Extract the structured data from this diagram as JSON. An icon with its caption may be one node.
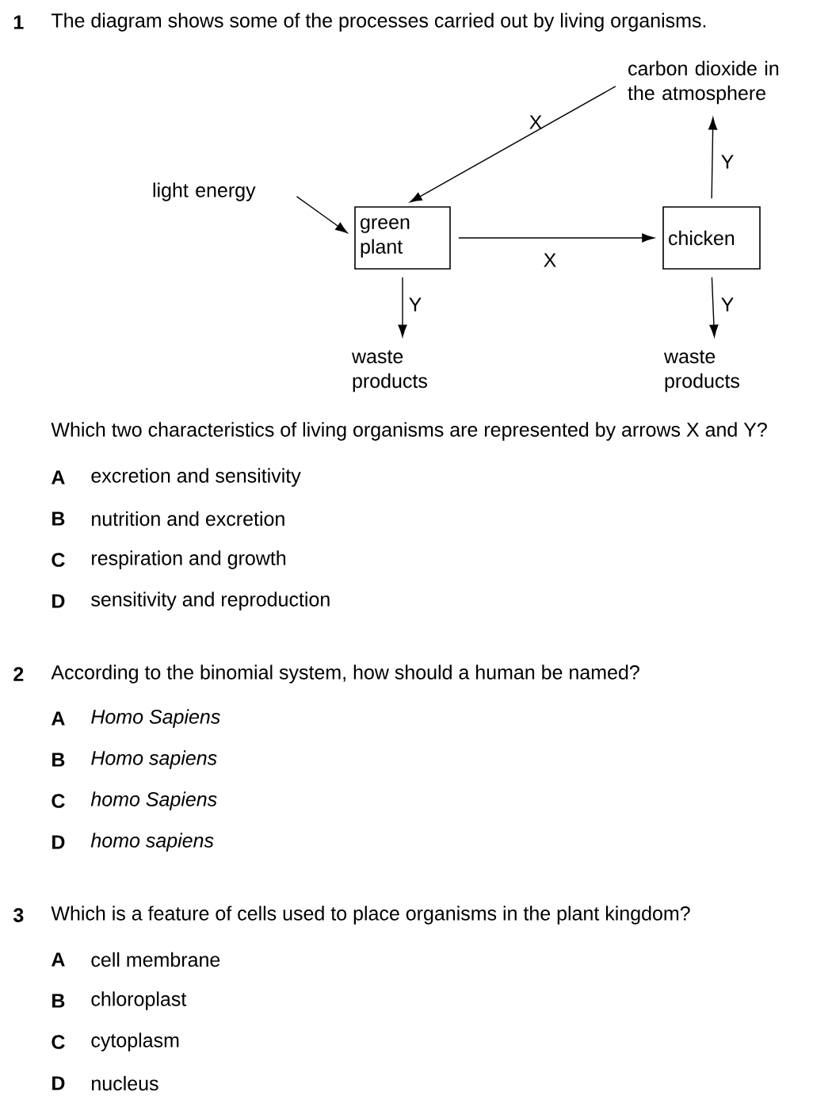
{
  "diagram": {
    "nodes": [
      {
        "text": [
          "light energy"
        ]
      },
      {
        "text": [
          "carbon dioxide in the atmosphere"
        ]
      },
      {
        "text": [
          "green plant"
        ]
      },
      {
        "text": [
          "chicken"
        ]
      },
      {
        "text": [
          "waste products"
        ]
      },
      {
        "text": [
          "waste products"
        ]
      }
    ],
    "edges": [
      {
        "from": 0,
        "to": 2,
        "arrow": "to"
      },
      {
        "from": 1,
        "to": 2,
        "arrow": "to",
        "label": "X"
      },
      {
        "from": 2,
        "to": 3,
        "arrow": "to",
        "label": "X"
      },
      {
        "from": 3,
        "to": 1,
        "arrow": "to",
        "label": "Y"
      },
      {
        "from": 2,
        "to": 4,
        "arrow": "to",
        "label": "Y"
      },
      {
        "from": 3,
        "to": 5,
        "arrow": "to",
        "label": "Y"
      }
    ],
    "labels": [
      "1",
      "The diagram shows some of the processes carried out by living organisms.",
      "Which two characteristics of living organisms are represented by arrows X and Y?",
      "A",
      "excretion and sensitivity",
      "B",
      "nutrition and excretion",
      "C",
      "respiration and growth",
      "D",
      "sensitivity and reproduction",
      "2",
      "According to the binomial system, how should a human be named?",
      "A",
      "Homo Sapiens",
      "B",
      "Homo sapiens",
      "C",
      "homo Sapiens",
      "D",
      "homo sapiens",
      "3",
      "Which is a feature of cells used to place organisms in the plant kingdom?",
      "A",
      "cell membrane",
      "B",
      "chloroplast",
      "C",
      "cytoplasm",
      "D",
      "nucleus"
    ]
  }
}
